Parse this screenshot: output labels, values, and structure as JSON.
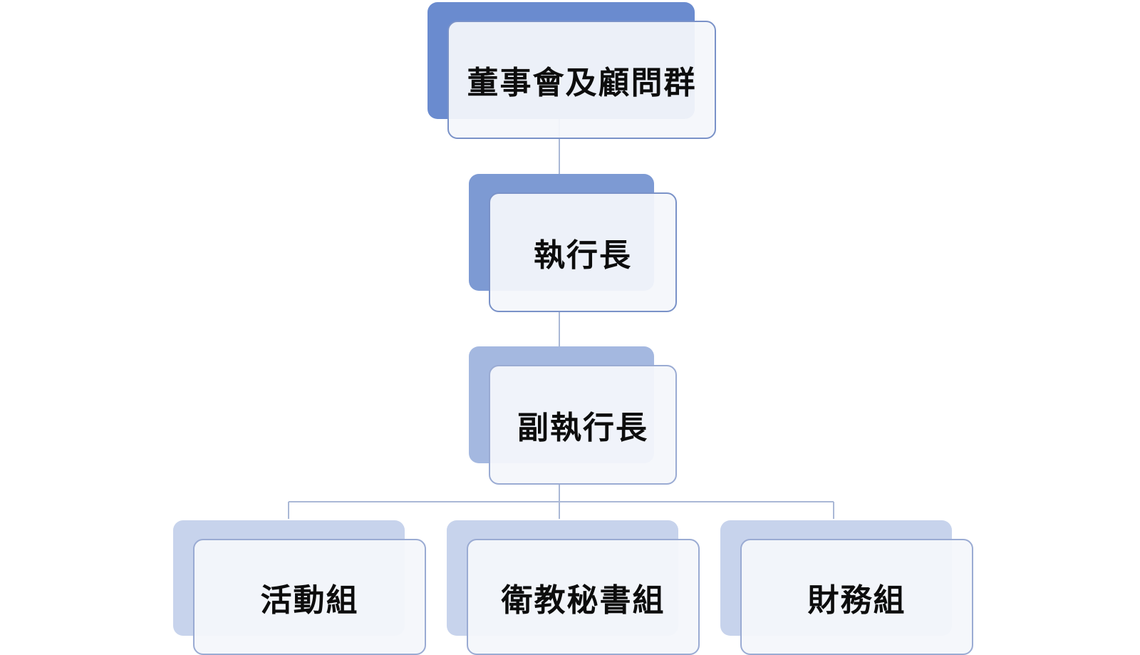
{
  "chart": {
    "top": "董事會及顧問群",
    "ceo": "執行長",
    "deputy": "副執行長",
    "groups": [
      "活動組",
      "衛教秘書組",
      "財務組"
    ]
  },
  "colors": {
    "level1": "#6a8bcf",
    "level2": "#7d9ad3",
    "level3": "#a4b8e0",
    "level4": "#c7d3ec",
    "border": "#7a92c8",
    "connector": "#aab8d6"
  }
}
